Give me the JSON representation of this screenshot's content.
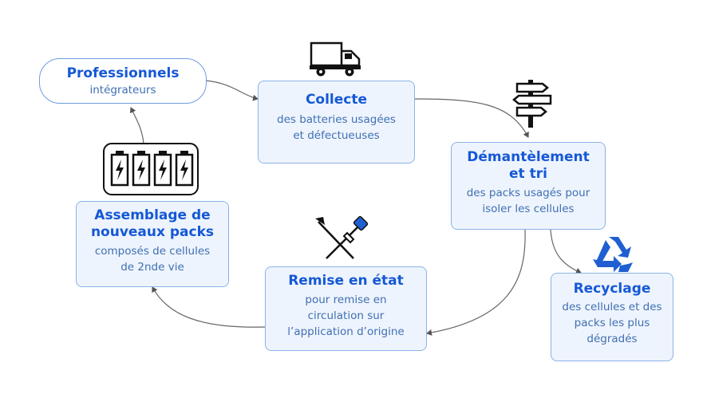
{
  "nodes": {
    "professionnels": {
      "title": "Professionnels",
      "sub": "intégrateurs"
    },
    "collecte": {
      "title": "Collecte",
      "sub1": "des batteries usagées",
      "sub2": "et défectueuses"
    },
    "demantelement": {
      "title1": "Démantèlement",
      "title2": "et tri",
      "sub1": "des packs usagés pour",
      "sub2": "isoler les cellules"
    },
    "recyclage": {
      "title": "Recyclage",
      "sub1": "des cellules et des",
      "sub2": "packs les plus",
      "sub3": "dégradés"
    },
    "remise": {
      "title": "Remise en état",
      "sub1": "pour remise en",
      "sub2": "circulation sur",
      "sub3": "l’application d’origine"
    },
    "assemblage": {
      "title1": "Assemblage de",
      "title2": "nouveaux packs",
      "sub1": "composés de cellules",
      "sub2": "de 2nde vie"
    }
  },
  "icons": [
    "truck-icon",
    "signpost-icon",
    "recycle-icon",
    "tools-icon",
    "batteries-icon"
  ],
  "colors": {
    "accent": "#1558d6",
    "box_fill": "#eef4fd",
    "box_border": "#8bb2e8",
    "arrow": "#555555",
    "icon_blue": "#1f5fd1"
  }
}
